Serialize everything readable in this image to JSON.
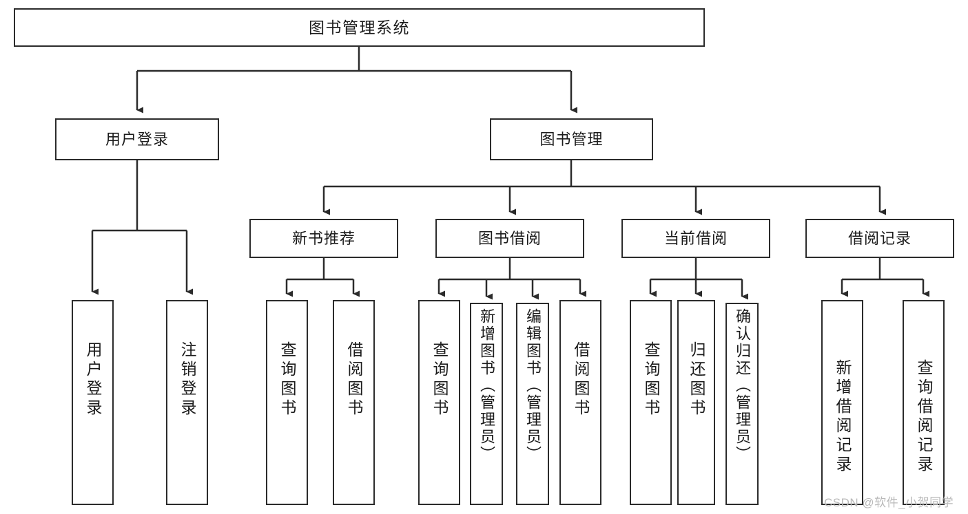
{
  "diagram": {
    "title": "图书管理系统",
    "type": "tree-hierarchy",
    "root": {
      "label": "图书管理系统"
    },
    "level1": [
      {
        "label": "用户登录"
      },
      {
        "label": "图书管理"
      }
    ],
    "level2": [
      {
        "label": "新书推荐"
      },
      {
        "label": "图书借阅"
      },
      {
        "label": "当前借阅"
      },
      {
        "label": "借阅记录"
      }
    ],
    "leaves": {
      "user_login": [
        {
          "label": "用户登录"
        },
        {
          "label": "注销登录"
        }
      ],
      "new_book_recommend": [
        {
          "label": "查询图书"
        },
        {
          "label": "借阅图书"
        }
      ],
      "book_borrow": [
        {
          "label": "查询图书"
        },
        {
          "label": "新增图书（管理员）"
        },
        {
          "label": "编辑图书（管理员）"
        },
        {
          "label": "借阅图书"
        }
      ],
      "current_borrow": [
        {
          "label": "查询图书"
        },
        {
          "label": "归还图书"
        },
        {
          "label": "确认归还（管理员）"
        }
      ],
      "borrow_record": [
        {
          "label": "新增借阅记录"
        },
        {
          "label": "查询借阅记录"
        }
      ]
    }
  },
  "watermark": {
    "text": "CSDN @软件_小贺同学"
  },
  "colors": {
    "stroke": "#2b2b2b",
    "fill": "#ffffff",
    "text": "#1b1b1b",
    "watermark": "#b9b9b9"
  }
}
